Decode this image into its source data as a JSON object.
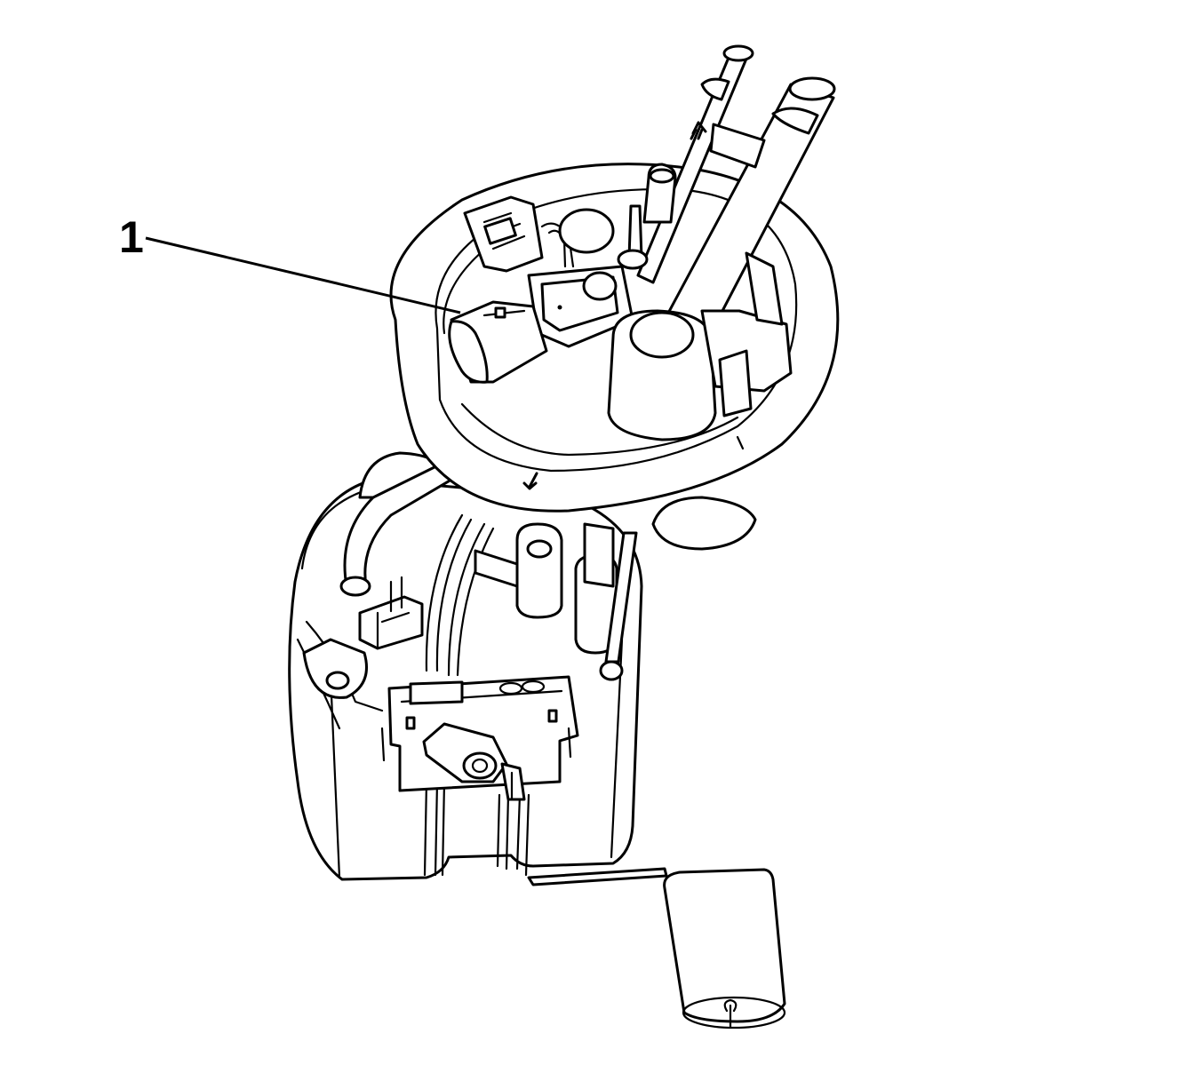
{
  "diagram": {
    "subject": "Fuel pump module assembly (line drawing)",
    "colors": {
      "line": "#000000",
      "background": "#ffffff"
    },
    "callouts": [
      {
        "id": "1",
        "label": "1",
        "target": "electrical connector on module cover (sensor)"
      }
    ],
    "flow_arrows": [
      {
        "name": "fuel-flow-up-arrow",
        "direction": "up"
      },
      {
        "name": "fuel-flow-down-arrow",
        "direction": "down-left"
      }
    ]
  }
}
